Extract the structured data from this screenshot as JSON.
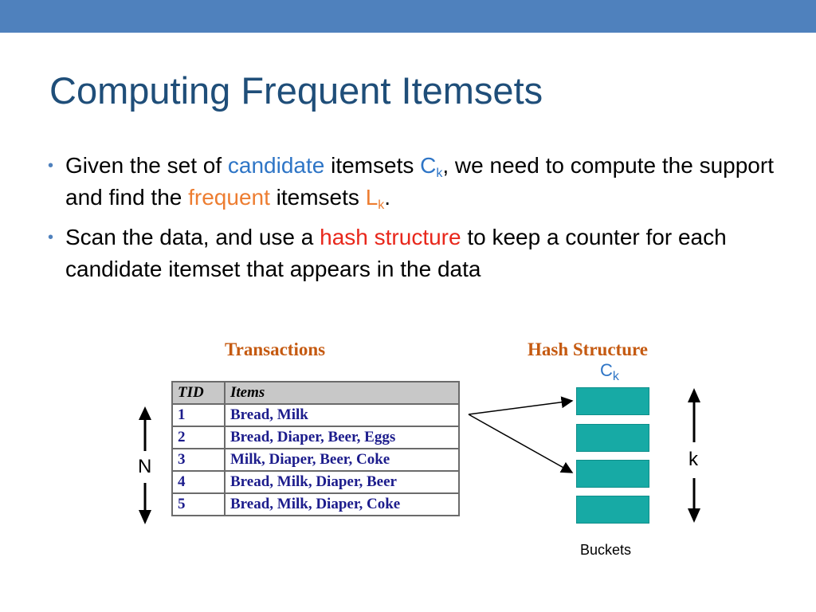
{
  "title": "Computing Frequent Itemsets",
  "bullets": [
    {
      "p1": "Given the set of ",
      "candidate": "candidate",
      "p2": " itemsets ",
      "c": "C",
      "c_sub": "k",
      "p3": ", we need to compute the support and find the ",
      "frequent": "frequent",
      "p4": " itemsets ",
      "l": "L",
      "l_sub": "k",
      "p5": "."
    },
    {
      "p1": "Scan the data, and use a ",
      "hash": "hash structure",
      "p2": " to keep a counter for each candidate itemset that appears in the data"
    }
  ],
  "diagram": {
    "transactions_caption": "Transactions",
    "hash_caption": "Hash Structure",
    "ck_label": "C",
    "ck_sub": "k",
    "n_label": "N",
    "k_label": "k",
    "buckets_label": "Buckets",
    "bucket_count": 4
  },
  "table": {
    "headers": [
      "TID",
      "Items"
    ],
    "rows": [
      [
        "1",
        "Bread, Milk"
      ],
      [
        "2",
        "Bread, Diaper, Beer, Eggs"
      ],
      [
        "3",
        "Milk, Diaper, Beer, Coke"
      ],
      [
        "4",
        "Bread, Milk, Diaper, Beer"
      ],
      [
        "5",
        "Bread, Milk, Diaper, Coke"
      ]
    ]
  },
  "colors": {
    "top_bar": "#4f81bd",
    "title": "#1f4e79",
    "candidate": "#2e75c6",
    "frequent": "#ed7d31",
    "hash": "#e8271b",
    "bucket": "#17aaa5",
    "caption": "#c55a11",
    "table_text": "#1c1c8c"
  }
}
